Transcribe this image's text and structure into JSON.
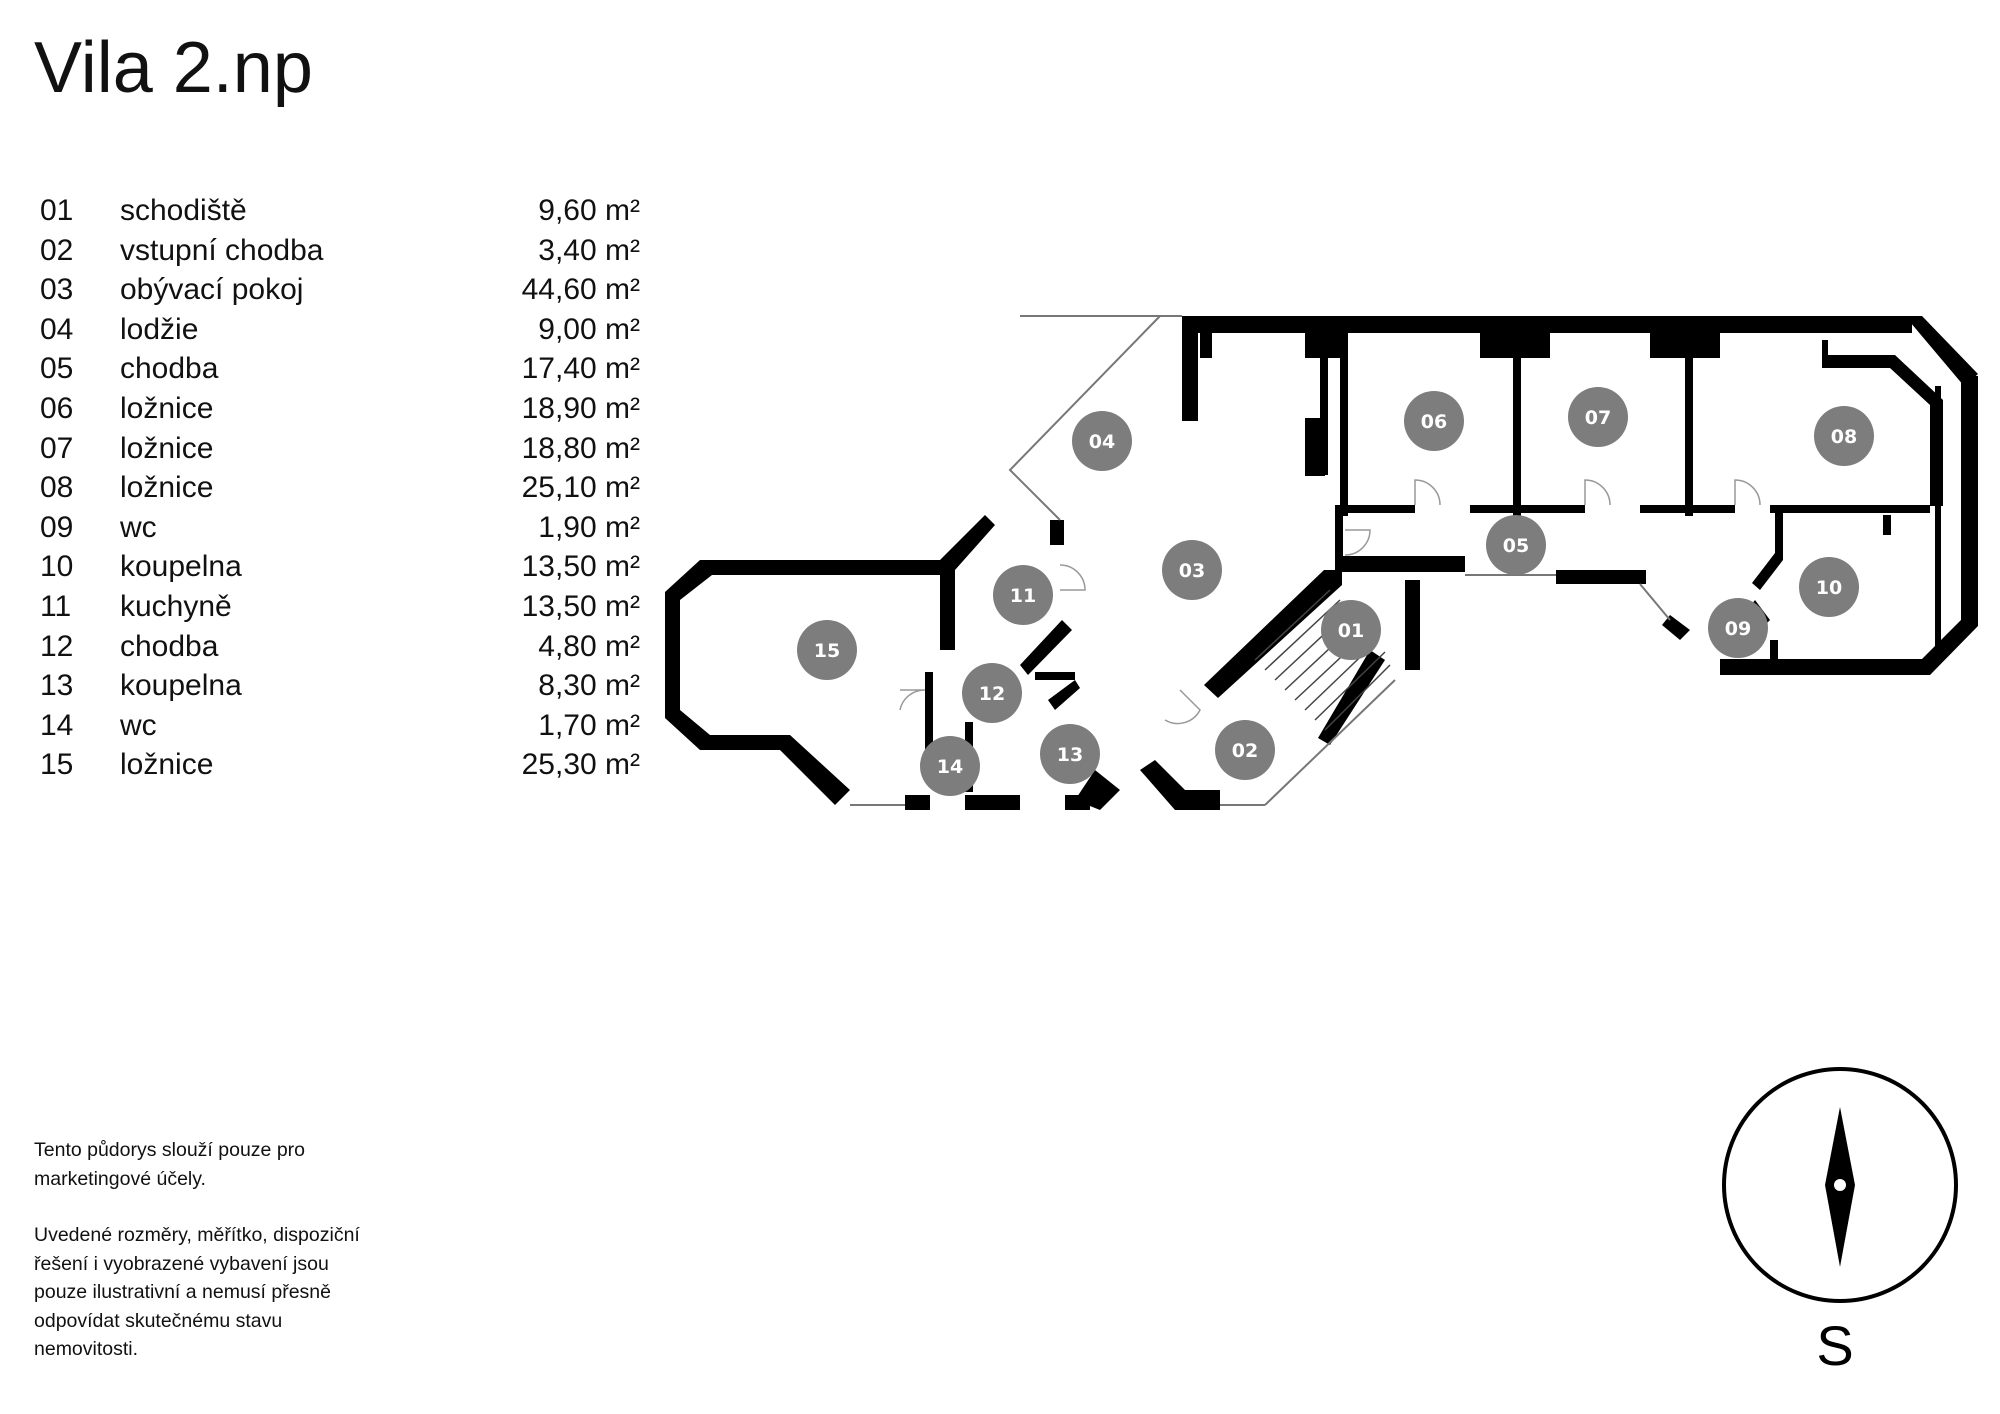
{
  "title": "Vila 2.np",
  "rooms": [
    {
      "number": "01",
      "name": "schodiště",
      "area": "9,60 m²"
    },
    {
      "number": "02",
      "name": "vstupní chodba",
      "area": "3,40 m²"
    },
    {
      "number": "03",
      "name": "obývací pokoj",
      "area": "44,60 m²"
    },
    {
      "number": "04",
      "name": "lodžie",
      "area": "9,00 m²"
    },
    {
      "number": "05",
      "name": "chodba",
      "area": "17,40 m²"
    },
    {
      "number": "06",
      "name": "ložnice",
      "area": "18,90 m²"
    },
    {
      "number": "07",
      "name": "ložnice",
      "area": "18,80 m²"
    },
    {
      "number": "08",
      "name": "ložnice",
      "area": "25,10 m²"
    },
    {
      "number": "09",
      "name": "wc",
      "area": "1,90 m²"
    },
    {
      "number": "10",
      "name": "koupelna",
      "area": "13,50 m²"
    },
    {
      "number": "11",
      "name": "kuchyně",
      "area": "13,50 m²"
    },
    {
      "number": "12",
      "name": "chodba",
      "area": "4,80 m²"
    },
    {
      "number": "13",
      "name": "koupelna",
      "area": "8,30 m²"
    },
    {
      "number": "14",
      "name": "wc",
      "area": "1,70 m²"
    },
    {
      "number": "15",
      "name": "ložnice",
      "area": "25,30 m²"
    }
  ],
  "disclaimer": {
    "paragraph1": "Tento půdorys slouží pouze pro marketingové účely.",
    "paragraph2": "Uvedené rozměry, měřítko, dispoziční řešení i vyobrazené vybavení jsou pouze ilustrativní a nemusí přesně odpovídat skutečnému stavu nemovitosti."
  },
  "compass": {
    "label": "S"
  },
  "colors": {
    "wall": "#000000",
    "marker": "#7d7d7d",
    "marker_text": "#ffffff"
  }
}
